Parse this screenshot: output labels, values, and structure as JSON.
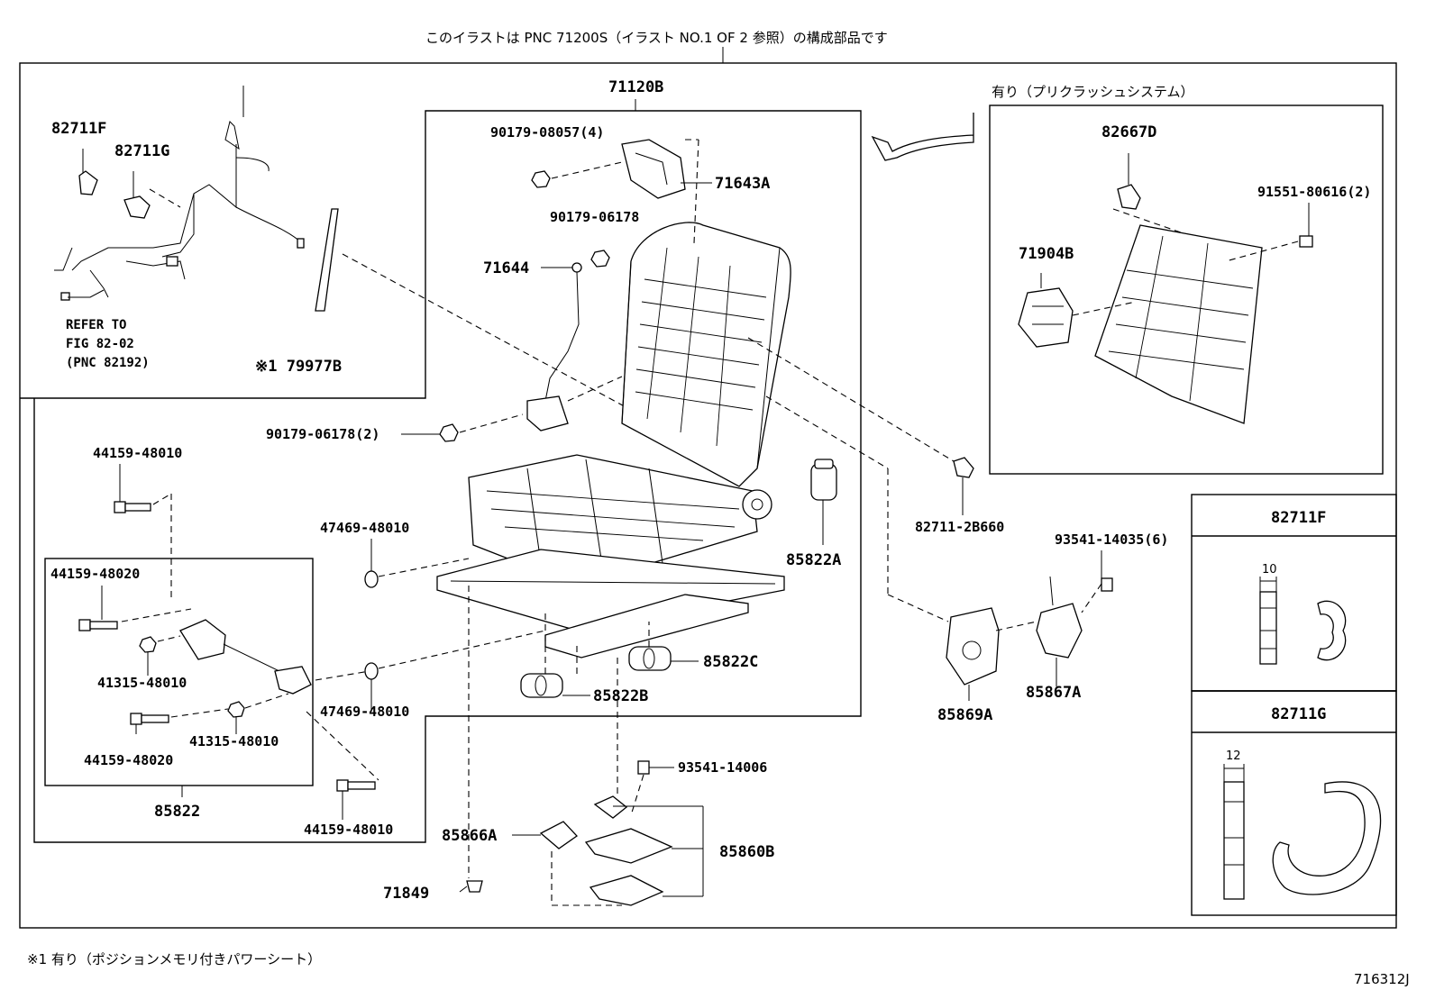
{
  "header": {
    "note": "このイラストは PNC 71200S（イラスト NO.1 OF 2 参照）の構成部品です"
  },
  "footer": {
    "note": "※1 有り（ポジションメモリ付きパワーシート）",
    "figure_id": "716312J"
  },
  "refer_note": {
    "line1": "REFER TO",
    "line2": "FIG 82-02",
    "line3": "(PNC 82192)"
  },
  "precrash_box": {
    "title": "有り（プリクラッシュシステム）"
  },
  "detail_boxes": {
    "f": {
      "title": "82711F",
      "dim": "10"
    },
    "g": {
      "title": "82711G",
      "dim": "12"
    }
  },
  "parts": {
    "p82711F": "82711F",
    "p82711G": "82711G",
    "p79977B": "※1 79977B",
    "p71120B": "71120B",
    "p90179_08057": "90179-08057(4)",
    "p71643A": "71643A",
    "p90179_06178a": "90179-06178",
    "p71644": "71644",
    "p90179_06178b": "90179-06178(2)",
    "p44159_48010a": "44159-48010",
    "p47469_48010a": "47469-48010",
    "p44159_48020a": "44159-48020",
    "p41315_48010a": "41315-48010",
    "p44159_48020b": "44159-48020",
    "p41315_48010b": "41315-48010",
    "p85822": "85822",
    "p47469_48010b": "47469-48010",
    "p44159_48010b": "44159-48010",
    "p85822A": "85822A",
    "p85822C": "85822C",
    "p85822B": "85822B",
    "p93541_14006": "93541-14006",
    "p85866A": "85866A",
    "p85860B": "85860B",
    "p71849": "71849",
    "p82667D": "82667D",
    "p91551_80616": "91551-80616(2)",
    "p71904B": "71904B",
    "p82711_2B660": "82711-2B660",
    "p93541_14035": "93541-14035(6)",
    "p85869A": "85869A",
    "p85867A": "85867A"
  }
}
